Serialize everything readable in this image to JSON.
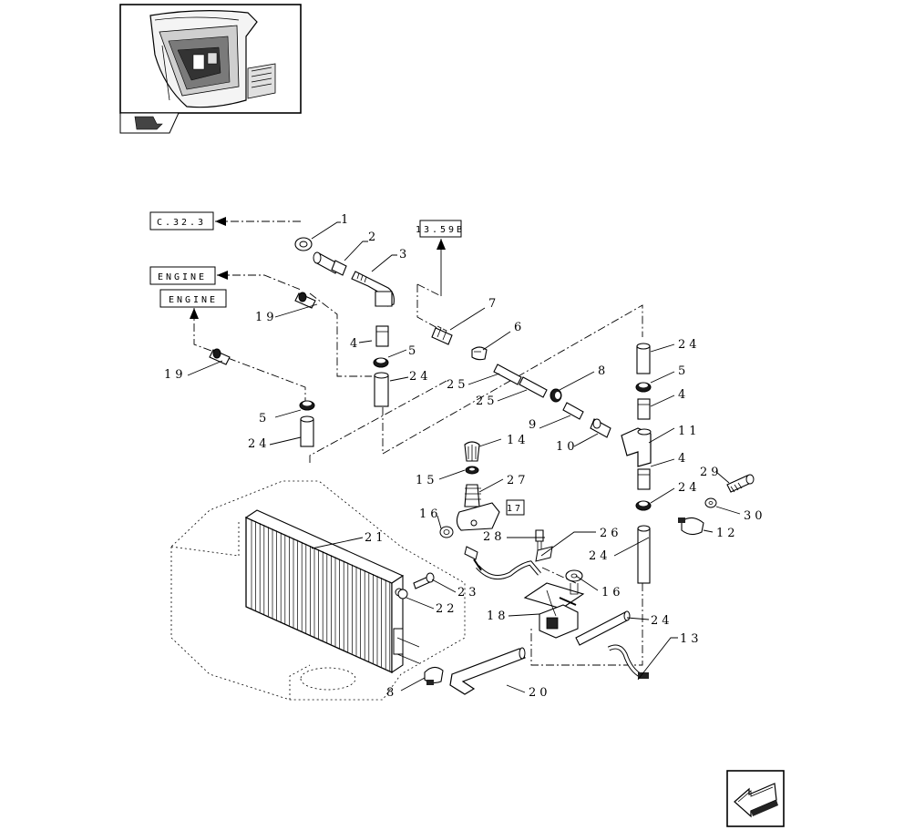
{
  "reference_boxes": {
    "c323": "C.32.3",
    "engine_top": "ENGINE",
    "engine_mid": "ENGINE",
    "b1359": "13.59B",
    "ref17": "17"
  },
  "callouts": {
    "c1": "1",
    "c2": "2",
    "c3": "3",
    "c4a": "4",
    "c4b": "4",
    "c4c": "4",
    "c5a": "5",
    "c5b": "5",
    "c5c": "5",
    "c6": "6",
    "c7": "7",
    "c8a": "8",
    "c8b": "8",
    "c9": "9",
    "c10": "10",
    "c11": "11",
    "c12": "12",
    "c13": "13",
    "c14": "14",
    "c15": "15",
    "c16a": "16",
    "c16b": "16",
    "c18": "18",
    "c19a": "19",
    "c19b": "19",
    "c20": "20",
    "c21": "21",
    "c22": "22",
    "c23": "23",
    "c24a": "24",
    "c24b": "24",
    "c24c": "24",
    "c24d": "24",
    "c24e": "24",
    "c24f": "24",
    "c25a": "25",
    "c25b": "25",
    "c26": "26",
    "c27": "27",
    "c28": "28",
    "c29": "29",
    "c30": "30"
  },
  "icons": {
    "cab": "cab-thumbnail-icon",
    "book": "book-arrow-icon",
    "next": "next-page-arrow-icon"
  }
}
